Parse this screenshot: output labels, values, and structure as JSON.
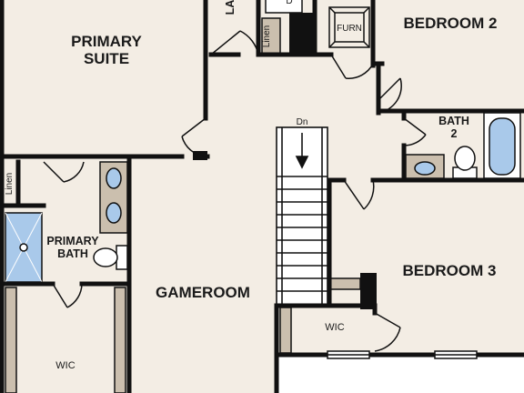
{
  "plan": {
    "rooms": {
      "primary_suite": "PRIMARY\nSUITE",
      "bedroom_2": "BEDROOM 2",
      "bath_2": "BATH\n2",
      "primary_bath": "PRIMARY\nBATH",
      "gameroom": "GAMEROOM",
      "bedroom_3": "BEDROOM 3",
      "wic_lower_left": "WIC",
      "wic_bedroom_3": "WIC",
      "laundry_partial": "LA",
      "furnace": "FURN",
      "linen_top": "Linen",
      "linen_left": "Linen",
      "stair_direction": "Dn",
      "dryer_partial": "D"
    },
    "colors": {
      "floor": "#f3ede4",
      "wall": "#111111",
      "fixture": "#a9c9ea",
      "cabinet": "#cbbfae"
    }
  }
}
